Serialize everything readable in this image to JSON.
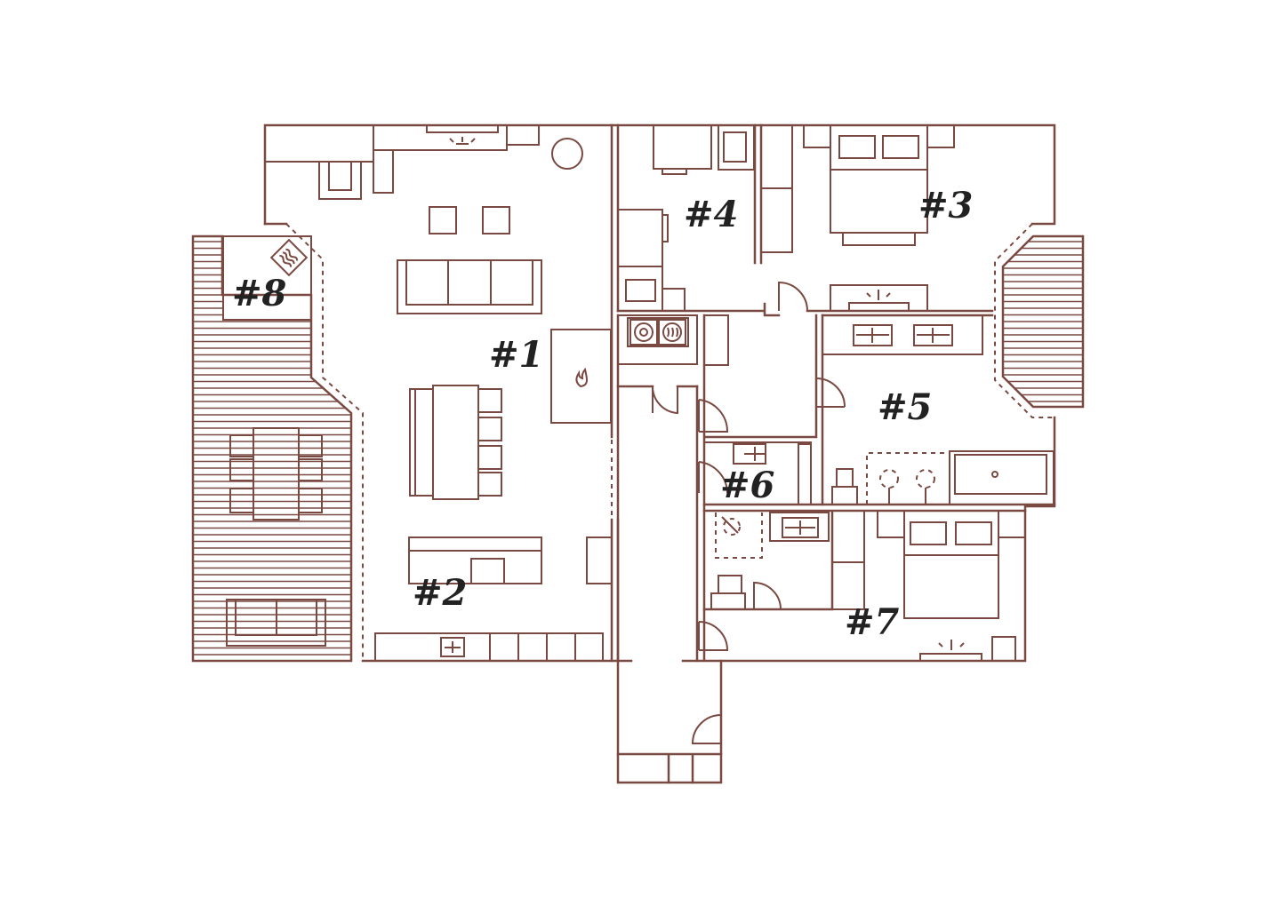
{
  "colors": {
    "line": "#7a4a42",
    "label": "#222222",
    "background": "#ffffff"
  },
  "rooms": [
    {
      "id": "1",
      "label": "#1"
    },
    {
      "id": "2",
      "label": "#2"
    },
    {
      "id": "3",
      "label": "#3"
    },
    {
      "id": "4",
      "label": "#4"
    },
    {
      "id": "5",
      "label": "#5"
    },
    {
      "id": "6",
      "label": "#6"
    },
    {
      "id": "7",
      "label": "#7"
    },
    {
      "id": "8",
      "label": "#8"
    }
  ],
  "icons": [
    "fireplace-icon",
    "heater-icon",
    "stove-icon",
    "lamp-icon"
  ]
}
